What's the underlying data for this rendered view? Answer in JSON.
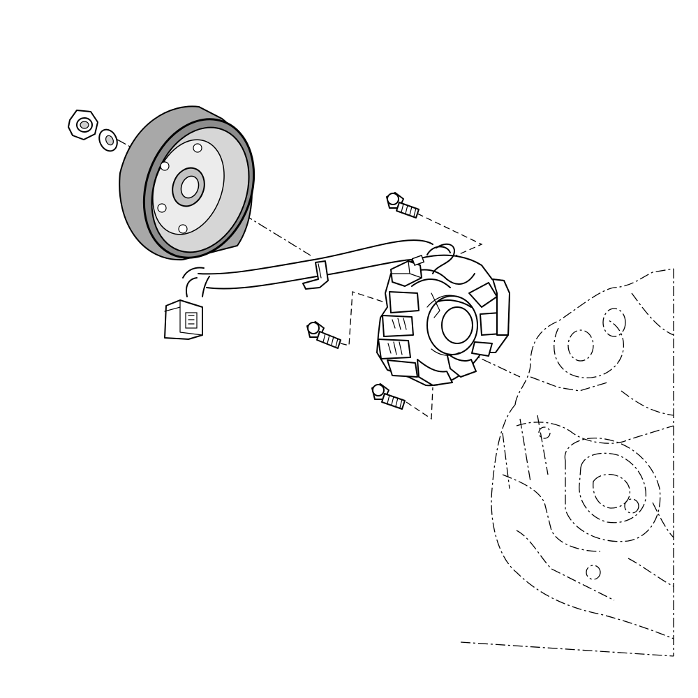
{
  "diagram": {
    "colors": {
      "line": "#000000",
      "background": "#ffffff",
      "flywheel_shade": "#a8a8a8",
      "flywheel_inner": "#d6d6d6",
      "hub": "#c2c2c2"
    },
    "parts": [
      "flange-nut",
      "washer",
      "flywheel-rotor",
      "stator-assembly",
      "stator-wire-harness",
      "harness-connector",
      "harness-coupler",
      "wire-clamp",
      "stator-bolt-top",
      "stator-bolt-left",
      "stator-bolt-bottom",
      "crankcase-cover"
    ]
  }
}
